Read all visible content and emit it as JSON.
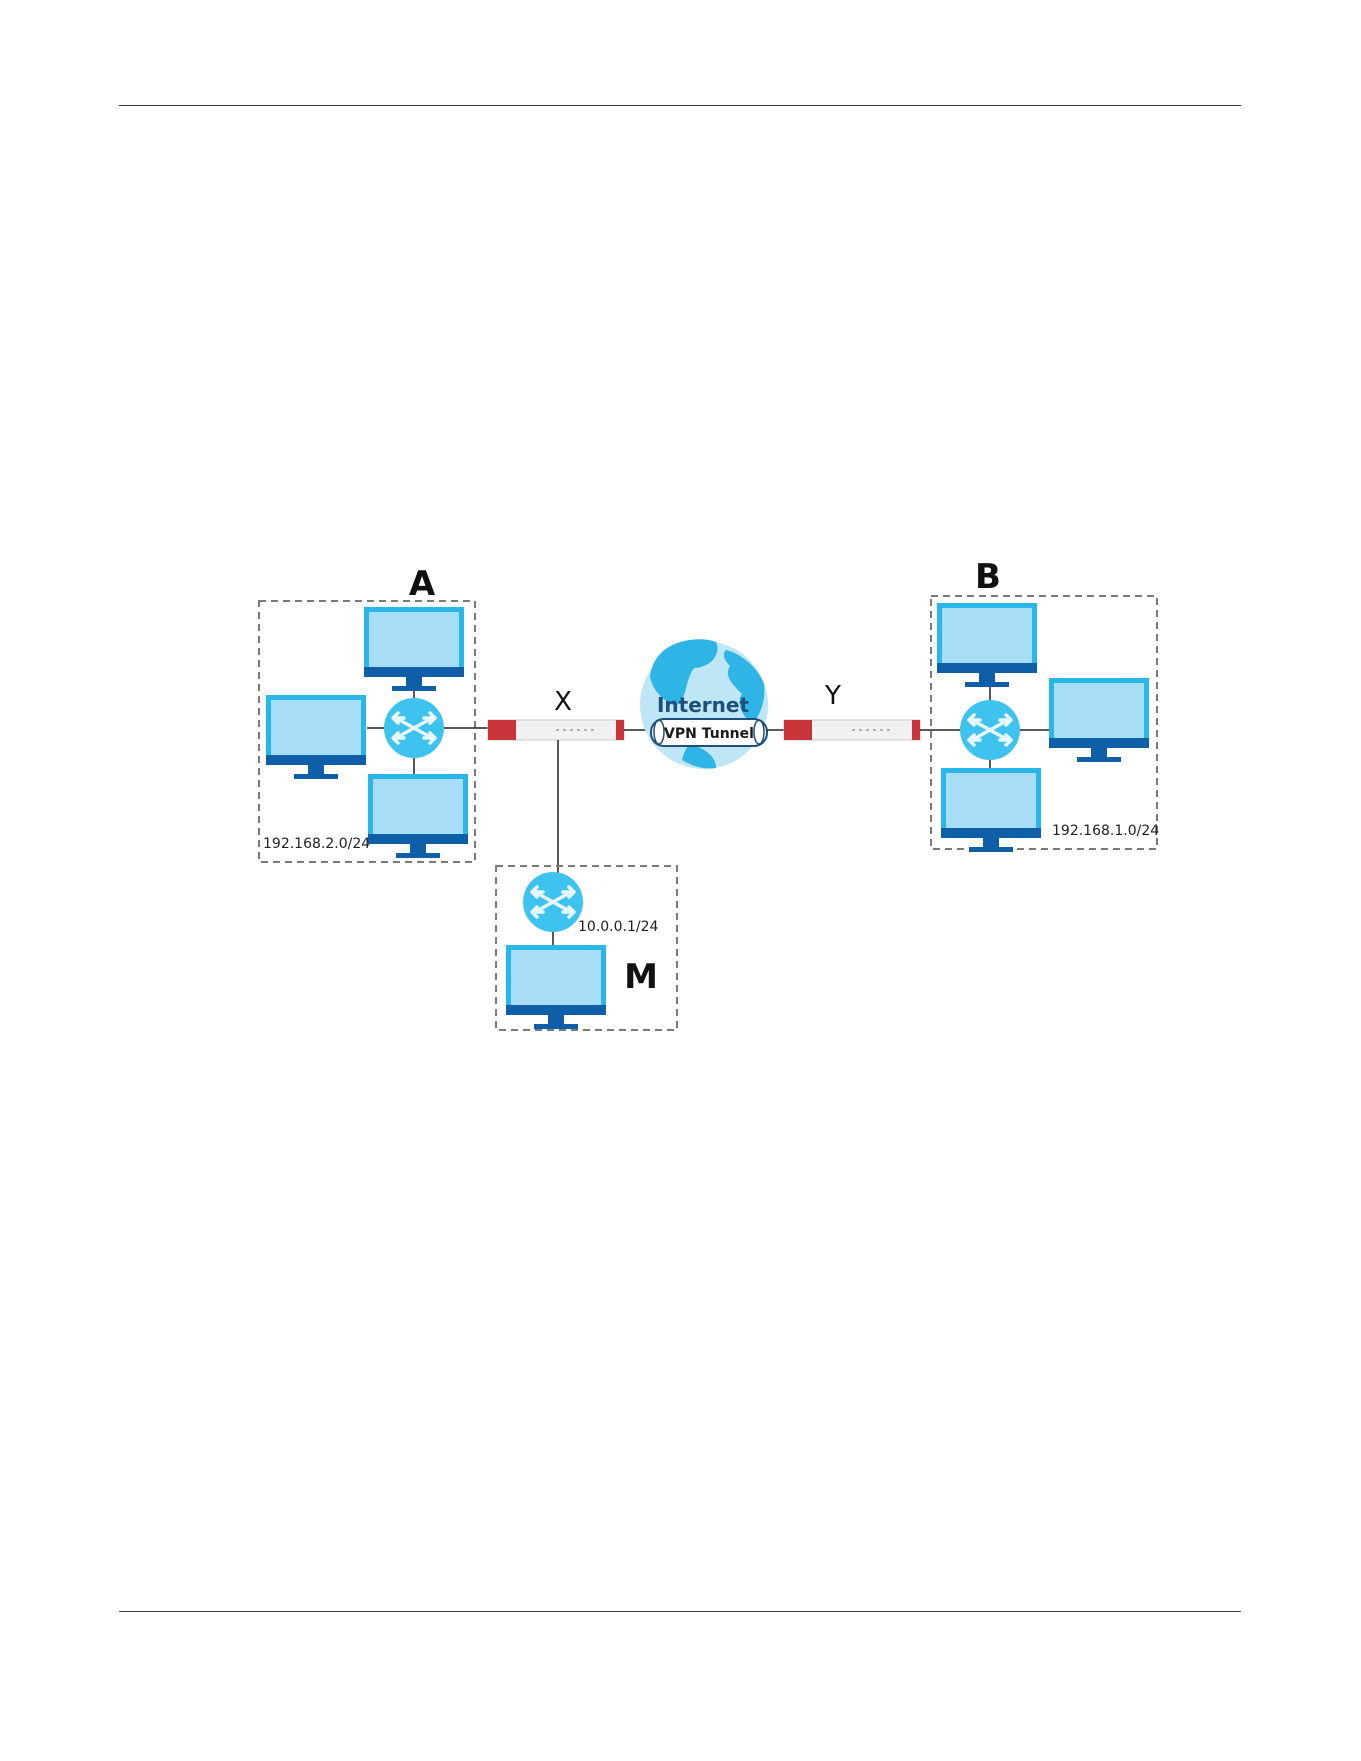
{
  "labels": {
    "site_a": "A",
    "site_b": "B",
    "site_m": "M",
    "gateway_x": "X",
    "gateway_y": "Y",
    "internet": "Internet",
    "vpn_tunnel": "VPN Tunnel"
  },
  "subnets": {
    "a": "192.168.2.0/24",
    "b": "192.168.1.0/24",
    "m": "10.0.0.1/24"
  },
  "colors": {
    "monitor_frame": "#29b6e8",
    "monitor_screen": "#a8ddf6",
    "monitor_base": "#0e5fa8",
    "switch": "#3ec3ee",
    "globe": "#bfe6f7",
    "globe_land": "#2fb4e6",
    "firewall_red": "#c8343a",
    "dashed_box": "#7a7a7a"
  },
  "icons": {
    "monitor": "monitor-icon",
    "switch": "switch-icon",
    "globe": "globe-icon",
    "firewall": "firewall-icon"
  }
}
